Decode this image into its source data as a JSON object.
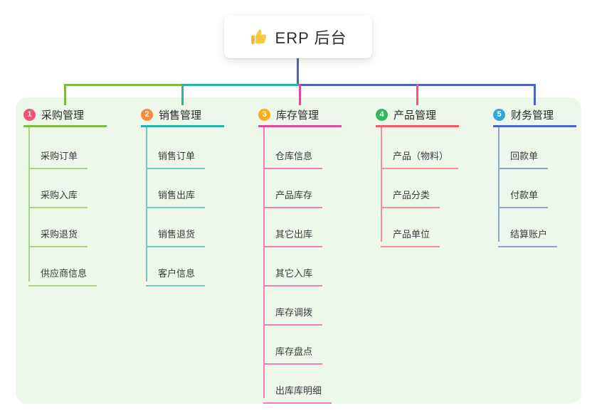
{
  "root": {
    "icon": "thumbs-up",
    "label": "ERP 后台"
  },
  "colors": {
    "canvas_bg": "#ffffff",
    "panel_bg": "#edf8ea",
    "root_line": "#4f63c5"
  },
  "branches": [
    {
      "num": "1",
      "label": "采购管理",
      "badge_color": "#f2546b",
      "line_color": "#7cbd3f",
      "line_light": "#a9d584",
      "items": [
        "采购订单",
        "采购入库",
        "采购退货",
        "供应商信息"
      ]
    },
    {
      "num": "2",
      "label": "销售管理",
      "badge_color": "#f98b3d",
      "line_color": "#28b3a7",
      "line_light": "#72ccc3",
      "items": [
        "销售订单",
        "销售出库",
        "销售退货",
        "客户信息"
      ]
    },
    {
      "num": "3",
      "label": "库存管理",
      "badge_color": "#fbad18",
      "line_color": "#e04a9b",
      "line_light": "#ee7fbb",
      "items": [
        "仓库信息",
        "产品库存",
        "其它出库",
        "其它入库",
        "库存调拨",
        "库存盘点",
        "出库库明细"
      ]
    },
    {
      "num": "4",
      "label": "产品管理",
      "badge_color": "#33b95c",
      "line_color": "#f4566a",
      "line_light": "#f7909b",
      "items": [
        "产品（物料）",
        "产品分类",
        "产品单位"
      ]
    },
    {
      "num": "5",
      "label": "财务管理",
      "badge_color": "#2fa7de",
      "line_color": "#4c63c8",
      "line_light": "#8ba3d8",
      "items": [
        "回款单",
        "付款单",
        "结算账户"
      ]
    }
  ]
}
